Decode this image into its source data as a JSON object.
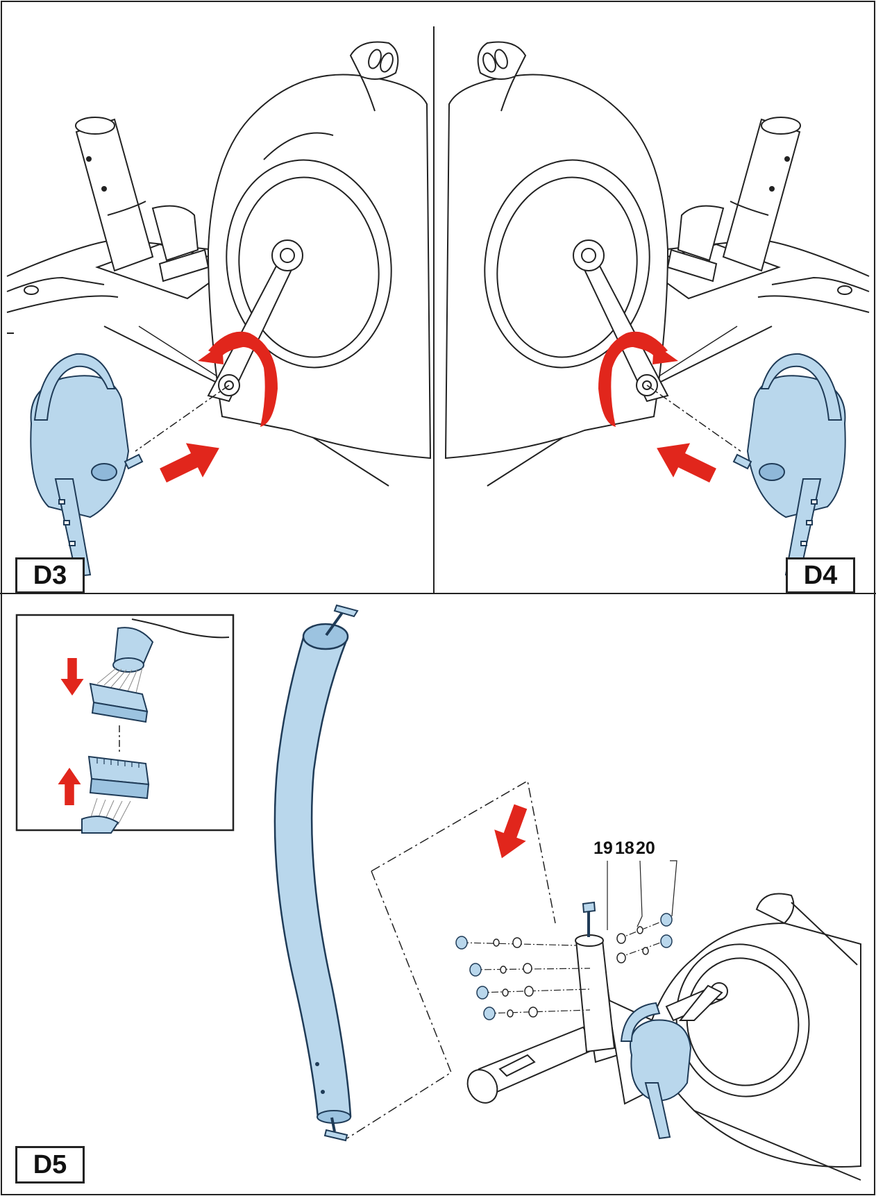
{
  "panels": {
    "d3": {
      "label": "D3"
    },
    "d4": {
      "label": "D4"
    },
    "d5": {
      "label": "D5"
    }
  },
  "part_numbers": [
    "19",
    "18",
    "20"
  ],
  "colors": {
    "part_fill": "#b9d7ec",
    "part_stroke": "#1f3b57",
    "arrow_red": "#e1261c",
    "line": "#222222"
  }
}
